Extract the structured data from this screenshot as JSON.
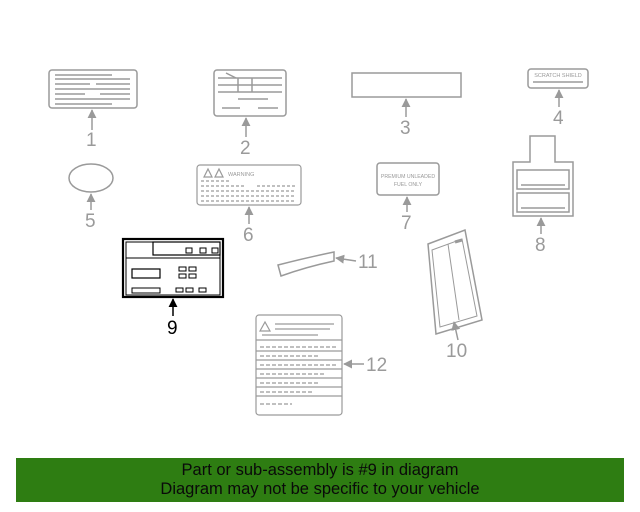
{
  "diagram": {
    "callouts": [
      "1",
      "2",
      "3",
      "4",
      "5",
      "6",
      "7",
      "8",
      "9",
      "10",
      "11",
      "12"
    ],
    "selected": "9",
    "label_texts": {
      "scratch_shield": "SCRATCH SHIELD",
      "warning": "WARNING",
      "fuel_line1": "PREMIUM UNLEADED",
      "fuel_line2": "FUEL ONLY"
    }
  },
  "banner": {
    "line1": "Part or sub-assembly is #9 in diagram",
    "line2": "Diagram may not be specific to your vehicle"
  },
  "colors": {
    "banner_bg": "#2e7d12",
    "part_gray": "#9a9a9a",
    "selected": "#000000"
  }
}
